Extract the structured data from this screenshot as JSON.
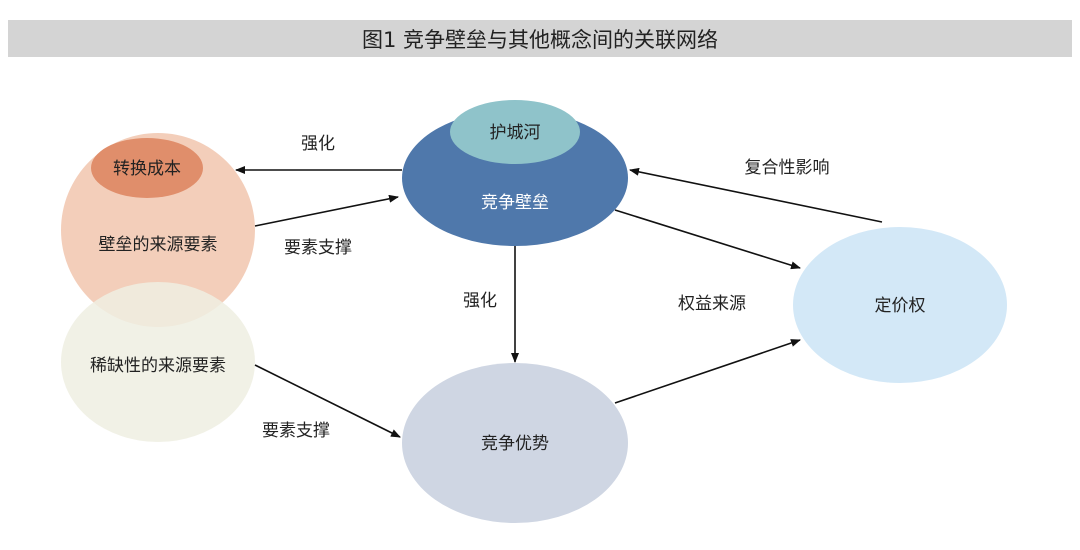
{
  "title": "图1  竞争壁垒与其他概念间的关联网络",
  "nodes": {
    "switching_cost": "转换成本",
    "barrier_sources": "壁垒的来源要素",
    "scarcity_sources": "稀缺性的来源要素",
    "moat": "护城河",
    "competitive_barrier": "竞争壁垒",
    "competitive_advantage": "竞争优势",
    "pricing_power": "定价权"
  },
  "edges": {
    "barrier_to_switching": "强化",
    "sources_to_barrier": "要素支撑",
    "barrier_to_advantage": "强化",
    "pricing_to_barrier": "复合性影响",
    "advantage_to_pricing": "权益来源",
    "scarcity_to_advantage": "要素支撑"
  },
  "colors": {
    "barrier_sources": "#f2c9b3",
    "switching_cost": "#e08e6b",
    "scarcity_sources": "#eeeee2",
    "competitive_barrier": "#4f78ab",
    "moat": "#8fc3ca",
    "competitive_advantage": "#cfd6e3",
    "pricing_power": "#d3e8f7"
  }
}
